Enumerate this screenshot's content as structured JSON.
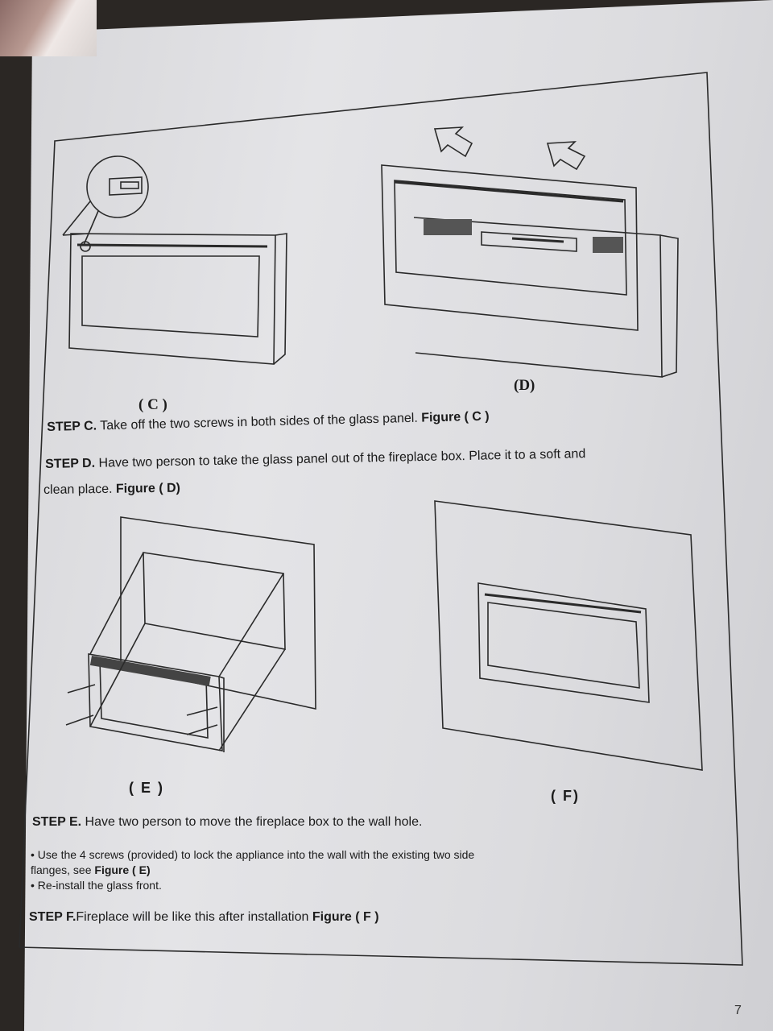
{
  "captions": {
    "c": "( C )",
    "d": "(D)",
    "e": "( E )",
    "f": "( F)"
  },
  "steps": {
    "c": {
      "label": "STEP C.",
      "text": " Take off the two screws in both sides of the glass panel. ",
      "ref": "Figure ( C )"
    },
    "d": {
      "label": "STEP D.",
      "text1": " Have two person to take the glass panel out of the fireplace box. Place it to a soft  and",
      "text2": "clean place. ",
      "ref": "Figure ( D)"
    },
    "e": {
      "label": "STEP E.",
      "text": " Have two person to move the fireplace box to the wall hole."
    },
    "e_bullets": {
      "b1_line1": "• Use the 4 screws (provided) to lock the appliance into the wall with the existing two side",
      "b1_line2": "flanges, see ",
      "b1_ref": "Figure ( E)",
      "b2": "• Re-install the glass front."
    },
    "f": {
      "label": "STEP F.",
      "text": "Fireplace will be like this after installation   ",
      "ref": "Figure ( F )"
    }
  },
  "page_number": "7",
  "icons": [
    "arrow-up-left-icon",
    "arrow-up-left-icon",
    "magnifier-detail-icon"
  ]
}
